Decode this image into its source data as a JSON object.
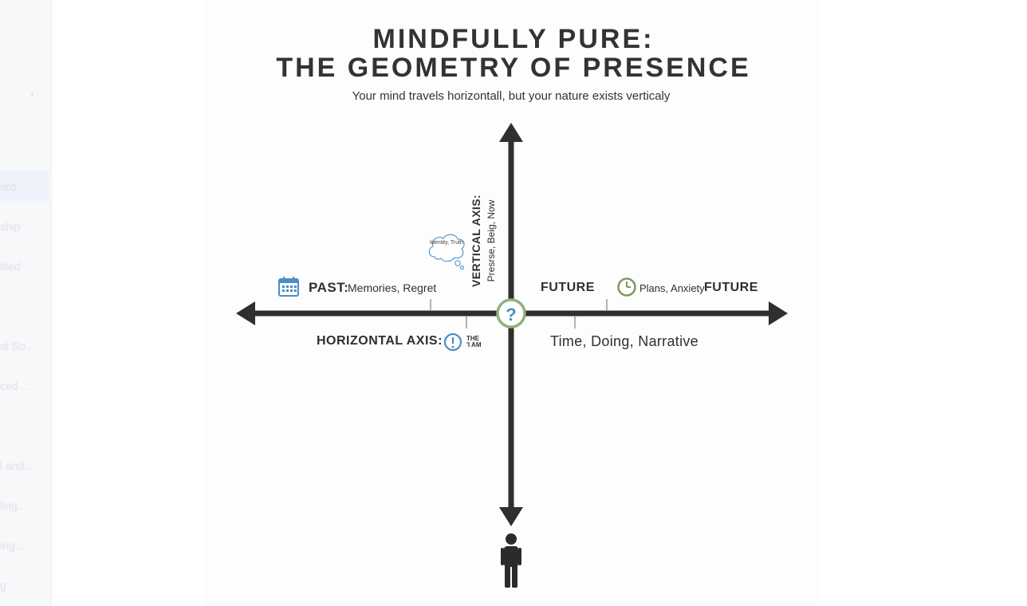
{
  "sidebar": {
    "items": [
      "ard",
      "ship",
      "ified",
      "al So...",
      "ced ...",
      "l and...",
      "ling...",
      "ing...",
      "g"
    ]
  },
  "header": {
    "title_line1": "MINDFULLY PURE:",
    "title_line2": "THE GEOMETRY OF PRESENCE",
    "subtitle": "Your mind travels horizontall, but your nature exists verticaly"
  },
  "diagram": {
    "past_label": "PAST:",
    "past_detail": "Memories, Regret",
    "future_label_left": "FUTURE",
    "future_detail": "Plans, Anxiety",
    "future_label_right": "FUTURE",
    "horizontal_axis_label": "HORIZONTAL AXIS:",
    "horizontal_axis_detail": "Time, Doing, Narrative",
    "vertical_axis_label": "VERTICAL AXIS:",
    "vertical_axis_detail": "Presrse, Beig, Now",
    "thought_cloud_text": "Identity, Truth",
    "i_am_line1": "THE",
    "i_am_line2": "'I AM",
    "center_symbol": "?",
    "exclamation_symbol": "!"
  },
  "colors": {
    "axis": "#2f2f2f",
    "calendar_icon": "#4a8ec6",
    "clock_icon": "#7d9b5a",
    "center_ring": "#8fb27a",
    "center_mark": "#4a8ec6",
    "exclamation_ring": "#4a8ec6",
    "cloud_outline": "#5a9bd0"
  },
  "icons": {
    "calendar": "calendar-icon",
    "clock": "clock-icon",
    "question": "question-circle-icon",
    "exclamation": "exclamation-circle-icon",
    "thought": "thought-cloud-icon",
    "person": "person-icon"
  }
}
